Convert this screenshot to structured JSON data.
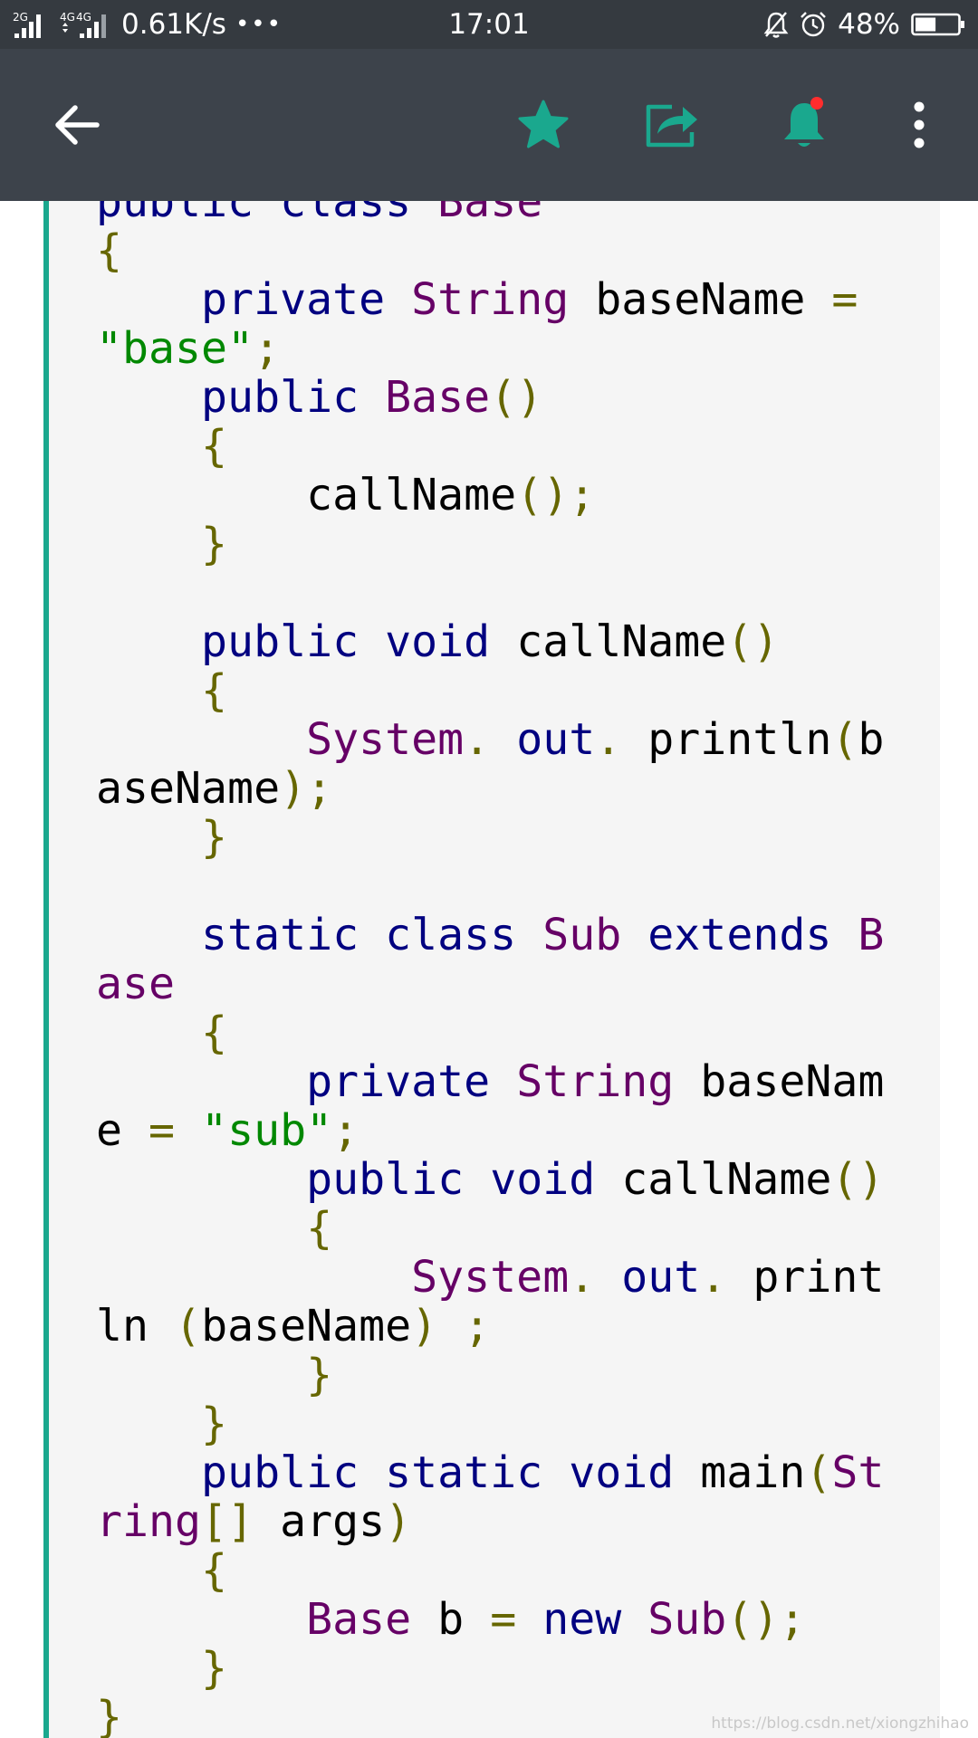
{
  "status_bar": {
    "signal_label": "2G",
    "signal_label_2": "4G",
    "signal_label_3": "4G",
    "net_speed": "0.61K/s",
    "more_dots": "•••",
    "time": "17:01",
    "battery_percent": "48%",
    "battery_level": 0.48
  },
  "toolbar": {
    "back_icon": "back-arrow-icon",
    "star_icon": "star-icon",
    "share_icon": "share-icon",
    "notification_icon": "bell-icon",
    "notification_badge": true,
    "more_icon": "more-vertical-icon"
  },
  "colors": {
    "status_bar_bg": "#353a40",
    "toolbar_bg": "#3d434b",
    "accent": "#1aa88e",
    "badge": "#ff2d2d",
    "code_bg": "#f5f5f5",
    "keyword": "#000080",
    "type": "#660066",
    "punctuation": "#666600",
    "string": "#008800"
  },
  "code": {
    "lines": [
      [
        [
          "k",
          "public"
        ],
        [
          "p",
          " "
        ],
        [
          "k",
          "class"
        ],
        [
          "p",
          " "
        ],
        [
          "t",
          "Base"
        ]
      ],
      [
        [
          "o",
          "{"
        ]
      ],
      [
        [
          "p",
          "    "
        ],
        [
          "k",
          "private"
        ],
        [
          "p",
          " "
        ],
        [
          "t",
          "String"
        ],
        [
          "p",
          " baseName "
        ],
        [
          "o",
          "="
        ]
      ],
      [
        [
          "s",
          "\"base\""
        ],
        [
          "o",
          ";"
        ]
      ],
      [
        [
          "p",
          "    "
        ],
        [
          "k",
          "public"
        ],
        [
          "p",
          " "
        ],
        [
          "t",
          "Base"
        ],
        [
          "o",
          "()"
        ]
      ],
      [
        [
          "p",
          "    "
        ],
        [
          "o",
          "{"
        ]
      ],
      [
        [
          "p",
          "        callName"
        ],
        [
          "o",
          "();"
        ]
      ],
      [
        [
          "p",
          "    "
        ],
        [
          "o",
          "}"
        ]
      ],
      [
        [
          "p",
          ""
        ]
      ],
      [
        [
          "p",
          "    "
        ],
        [
          "k",
          "public"
        ],
        [
          "p",
          " "
        ],
        [
          "k",
          "void"
        ],
        [
          "p",
          " callName"
        ],
        [
          "o",
          "()"
        ]
      ],
      [
        [
          "p",
          "    "
        ],
        [
          "o",
          "{"
        ]
      ],
      [
        [
          "p",
          "        "
        ],
        [
          "t",
          "System"
        ],
        [
          "o",
          "."
        ],
        [
          "p",
          " "
        ],
        [
          "k",
          "out"
        ],
        [
          "o",
          "."
        ],
        [
          "p",
          " println"
        ],
        [
          "o",
          "("
        ],
        [
          "p",
          "b"
        ]
      ],
      [
        [
          "p",
          "aseName"
        ],
        [
          "o",
          ");"
        ]
      ],
      [
        [
          "p",
          "    "
        ],
        [
          "o",
          "}"
        ]
      ],
      [
        [
          "p",
          ""
        ]
      ],
      [
        [
          "p",
          "    "
        ],
        [
          "k",
          "static"
        ],
        [
          "p",
          " "
        ],
        [
          "k",
          "class"
        ],
        [
          "p",
          " "
        ],
        [
          "t",
          "Sub"
        ],
        [
          "p",
          " "
        ],
        [
          "k",
          "extends"
        ],
        [
          "p",
          " "
        ],
        [
          "t",
          "B"
        ]
      ],
      [
        [
          "t",
          "ase"
        ]
      ],
      [
        [
          "p",
          "    "
        ],
        [
          "o",
          "{"
        ]
      ],
      [
        [
          "p",
          "        "
        ],
        [
          "k",
          "private"
        ],
        [
          "p",
          " "
        ],
        [
          "t",
          "String"
        ],
        [
          "p",
          " baseNam"
        ]
      ],
      [
        [
          "p",
          "e "
        ],
        [
          "o",
          "="
        ],
        [
          "p",
          " "
        ],
        [
          "s",
          "\"sub\""
        ],
        [
          "o",
          ";"
        ]
      ],
      [
        [
          "p",
          "        "
        ],
        [
          "k",
          "public"
        ],
        [
          "p",
          " "
        ],
        [
          "k",
          "void"
        ],
        [
          "p",
          " callName"
        ],
        [
          "o",
          "()"
        ]
      ],
      [
        [
          "p",
          "        "
        ],
        [
          "o",
          "{"
        ]
      ],
      [
        [
          "p",
          "            "
        ],
        [
          "t",
          "System"
        ],
        [
          "o",
          "."
        ],
        [
          "p",
          " "
        ],
        [
          "k",
          "out"
        ],
        [
          "o",
          "."
        ],
        [
          "p",
          " print"
        ]
      ],
      [
        [
          "p",
          "ln "
        ],
        [
          "o",
          "("
        ],
        [
          "p",
          "baseName"
        ],
        [
          "o",
          ")"
        ],
        [
          "p",
          " "
        ],
        [
          "o",
          ";"
        ]
      ],
      [
        [
          "p",
          "        "
        ],
        [
          "o",
          "}"
        ]
      ],
      [
        [
          "p",
          "    "
        ],
        [
          "o",
          "}"
        ]
      ],
      [
        [
          "p",
          "    "
        ],
        [
          "k",
          "public"
        ],
        [
          "p",
          " "
        ],
        [
          "k",
          "static"
        ],
        [
          "p",
          " "
        ],
        [
          "k",
          "void"
        ],
        [
          "p",
          " main"
        ],
        [
          "o",
          "("
        ],
        [
          "t",
          "St"
        ]
      ],
      [
        [
          "t",
          "ring"
        ],
        [
          "o",
          "[]"
        ],
        [
          "p",
          " args"
        ],
        [
          "o",
          ")"
        ]
      ],
      [
        [
          "p",
          "    "
        ],
        [
          "o",
          "{"
        ]
      ],
      [
        [
          "p",
          "        "
        ],
        [
          "t",
          "Base"
        ],
        [
          "p",
          " b "
        ],
        [
          "o",
          "="
        ],
        [
          "p",
          " "
        ],
        [
          "k",
          "new"
        ],
        [
          "p",
          " "
        ],
        [
          "t",
          "Sub"
        ],
        [
          "o",
          "();"
        ]
      ],
      [
        [
          "p",
          "    "
        ],
        [
          "o",
          "}"
        ]
      ],
      [
        [
          "o",
          "}"
        ]
      ]
    ]
  },
  "watermark": "https://blog.csdn.net/xiongzhihao"
}
